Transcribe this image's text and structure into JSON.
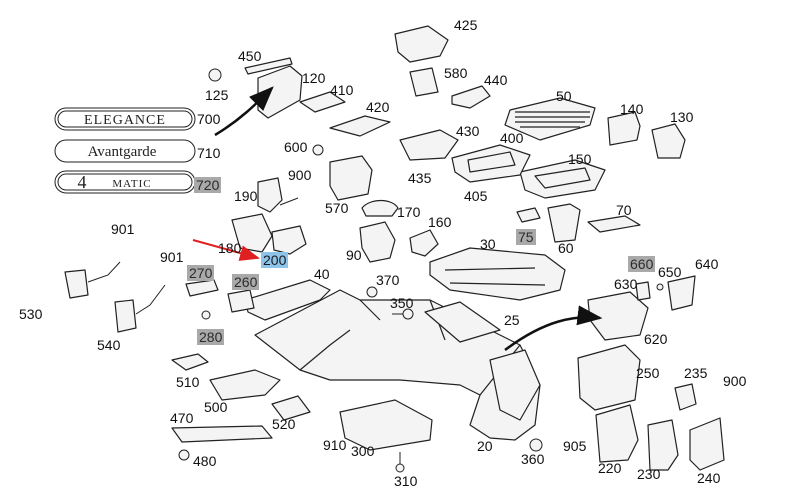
{
  "emblems": {
    "elegance": "ELEGANCE",
    "avantgarde": "Avantgarde",
    "matic_numeral": "4",
    "matic_word": "MATIC"
  },
  "colors": {
    "line": "#222222",
    "part_fill": "#f4f4f4",
    "grey_highlight": "#a9a9a9",
    "selected_highlight": "#8fc4ea",
    "arrow": "#e02020"
  },
  "selected_part": "200",
  "labels": {
    "p425": "425",
    "p450": "450",
    "p120": "120",
    "p125": "125",
    "p410": "410",
    "p420": "420",
    "p580": "580",
    "p440": "440",
    "p50": "50",
    "p140": "140",
    "p130": "130",
    "p700": "700",
    "p710": "710",
    "p720": "720",
    "p600": "600",
    "p430": "430",
    "p400": "400",
    "p150": "150",
    "p435": "435",
    "p405": "405",
    "p190": "190",
    "p900a": "900",
    "p570": "570",
    "p170": "170",
    "p160": "160",
    "p70": "70",
    "p75": "75",
    "p60": "60",
    "p901a": "901",
    "p901b": "901",
    "p180": "180",
    "p200": "200",
    "p90": "90",
    "p30": "30",
    "p270": "270",
    "p660": "660",
    "p640": "640",
    "p650": "650",
    "p40": "40",
    "p260": "260",
    "p370": "370",
    "p630": "630",
    "p530": "530",
    "p350": "350",
    "p25": "25",
    "p280": "280",
    "p620": "620",
    "p540": "540",
    "p510": "510",
    "p250": "250",
    "p235": "235",
    "p900b": "900",
    "p500": "500",
    "p470": "470",
    "p520": "520",
    "p910": "910",
    "p300": "300",
    "p20": "20",
    "p905": "905",
    "p360": "360",
    "p480": "480",
    "p220": "220",
    "p230": "230",
    "p240": "240",
    "p310": "310"
  }
}
